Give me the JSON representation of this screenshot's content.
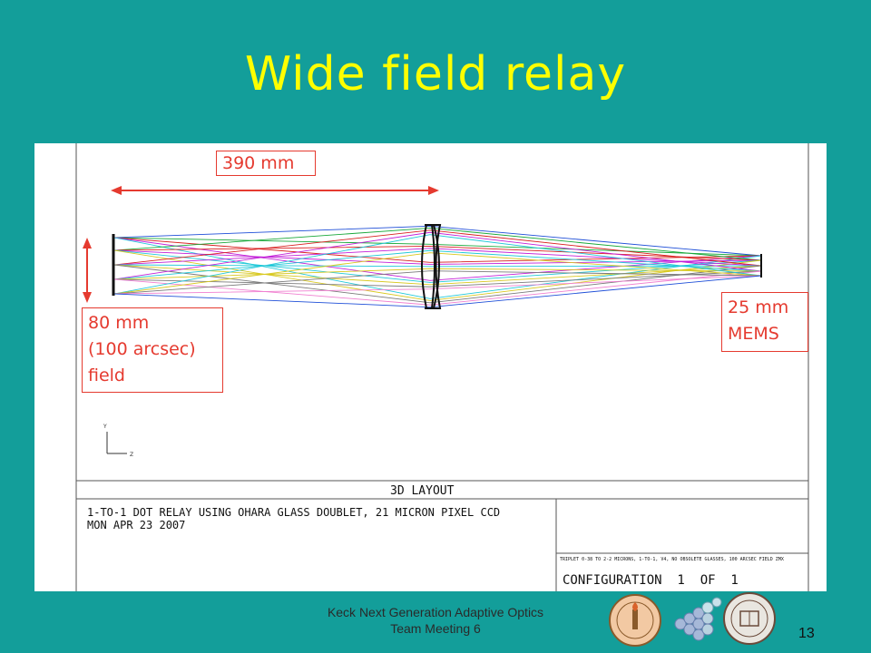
{
  "slide": {
    "title": "Wide field relay",
    "footer_line1": "Keck Next Generation Adaptive Optics",
    "footer_line2": "Team Meeting 6",
    "page_number": "13"
  },
  "annotations": {
    "length_label": "390 mm",
    "field_line1": "80 mm",
    "field_line2": "(100 arcsec)",
    "field_line3": "field",
    "mems_line1": "25 mm",
    "mems_line2": "MEMS"
  },
  "layout_drawing": {
    "axis_y": "Y",
    "axis_z": "Z",
    "header": "3D LAYOUT",
    "description": "1-TO-1 DOT RELAY USING OHARA GLASS DOUBLET, 21 MICRON PIXEL CCD",
    "date": "MON APR 23 2007",
    "small_note": "TRIPLET 0-38 TO 2-2 MICRONS, 1-TO-1, V4, NO OBSOLETE GLASSES, 100 ARCSEC FIELD ZMX",
    "configuration": "CONFIGURATION  1  OF  1"
  },
  "colors": {
    "background": "#139e9a",
    "title": "#ffff00",
    "annotation": "#e53a2f"
  }
}
